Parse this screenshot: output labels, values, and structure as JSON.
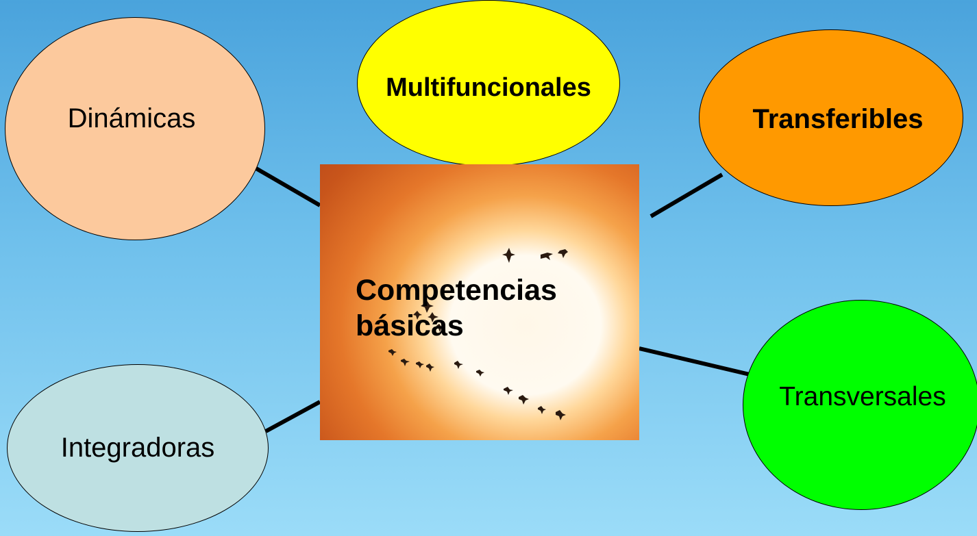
{
  "center": {
    "line1": "Competencias",
    "line2": "básicas"
  },
  "nodes": {
    "dinamicas": "Dinámicas",
    "multifuncionales": "Multifuncionales",
    "transferibles": "Transferibles",
    "integradoras": "Integradoras",
    "transversales": "Transversales"
  },
  "colors": {
    "background_top": "#4aa3dc",
    "background_bottom": "#9bdcf8",
    "dinamicas": "#fcc99d",
    "multifuncionales": "#ffff00",
    "transferibles": "#ff9900",
    "integradoras": "#bee0e2",
    "transversales": "#00ff00",
    "connector": "#000000"
  },
  "center_image": "sunset-with-flying-birds"
}
